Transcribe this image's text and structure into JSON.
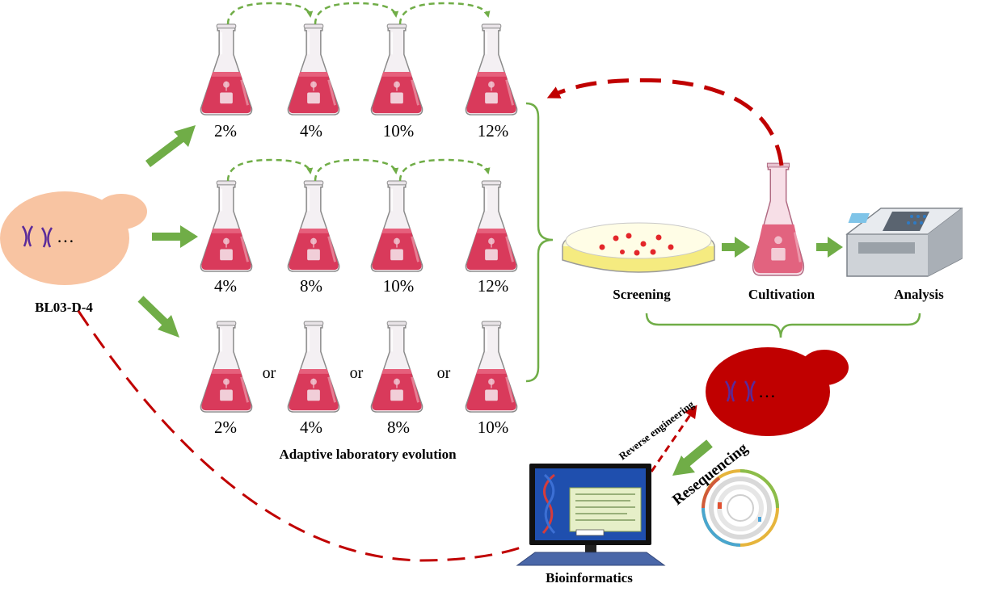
{
  "strain": {
    "name": "BL03-D-4",
    "ellipsis": "…"
  },
  "ale": {
    "title": "Adaptive laboratory evolution",
    "row1": [
      "2%",
      "4%",
      "10%",
      "12%"
    ],
    "row2": [
      "4%",
      "8%",
      "10%",
      "12%"
    ],
    "row3": [
      "2%",
      "4%",
      "8%",
      "10%"
    ],
    "or_label": "or"
  },
  "steps": {
    "screening": "Screening",
    "cultivation": "Cultivation",
    "analysis": "Analysis"
  },
  "mutant": {
    "ellipsis": "…"
  },
  "labels": {
    "reverse_engineering": "Reverse engineering",
    "resequencing": "Resequencing",
    "bioinformatics": "Bioinformatics"
  },
  "colors": {
    "flask_liquid": "#d93a5b",
    "strain_cell": "#f8c4a2",
    "mutant_cell": "#c00000",
    "green_arrow": "#70ad47",
    "red_dashed": "#c00000",
    "monitor_screen": "#1f4fae"
  }
}
